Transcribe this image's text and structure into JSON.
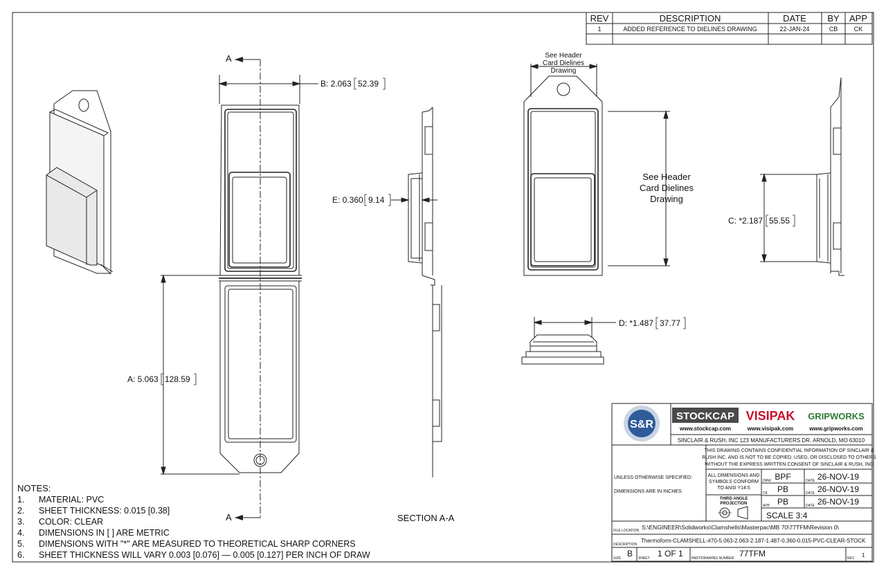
{
  "revision_table": {
    "headers": [
      "REV",
      "DESCRIPTION",
      "DATE",
      "BY",
      "APP"
    ],
    "rows": [
      {
        "rev": "1",
        "description": "ADDED REFERENCE TO DIELINES DRAWING",
        "date": "22-JAN-24",
        "by": "CB",
        "app": "CK"
      }
    ]
  },
  "section_marks": {
    "letter_top": "A",
    "letter_bottom": "A",
    "section_label": "SECTION A-A"
  },
  "dimensions": {
    "a": {
      "label": "A: 5.063",
      "metric": "128.59"
    },
    "b": {
      "label": "B: 2.063",
      "metric": "52.39"
    },
    "c": {
      "label": "C: *2.187",
      "metric": "55.55"
    },
    "d": {
      "label": "D: *1.487",
      "metric": "37.77"
    },
    "e": {
      "label": "E: 0.360",
      "metric": "9.14"
    }
  },
  "header_ref_small": [
    "See Header",
    "Card Dielines",
    "Drawing"
  ],
  "header_ref_large": [
    "See Header",
    "Card Dielines",
    "Drawing"
  ],
  "notes": {
    "title": "NOTES:",
    "items": [
      {
        "num": "1.",
        "text": "MATERIAL: PVC"
      },
      {
        "num": "2.",
        "text": "SHEET THICKNESS: 0.015 [0.38]"
      },
      {
        "num": "3.",
        "text": "COLOR: CLEAR"
      },
      {
        "num": "4.",
        "text": "DIMENSIONS IN [ ] ARE METRIC"
      },
      {
        "num": "5.",
        "text": "DIMENSIONS WITH \"*\" ARE MEASURED TO THEORETICAL SHARP CORNERS"
      },
      {
        "num": "6.",
        "text": "SHEET THICKNESS WILL VARY 0.003 [0.076] — 0.005 [0.127] PER INCH OF DRAW"
      }
    ]
  },
  "title_block": {
    "logo_text": "S&R",
    "brands": {
      "stockcap": "STOCKCAP",
      "stockcap_url": "www.stockcap.com",
      "visipak": "VISIPAK",
      "visipak_url": "www.visipak.com",
      "gripworks": "GRIPWORKS",
      "gripworks_url": "www.gripworks.com"
    },
    "company": "SINCLAIR & RUSH, INC 123 MANUFACTURERS DR. ARNOLD, MO 63010",
    "confidential": [
      "THIS DRAWING CONTAINS CONFIDENTIAL INFORMATION OF SINCLAIR &",
      "RUSH INC. AND IS NOT TO BE COPIED, USED, OR DISCLOSED TO OTHERS",
      "WITHOUT THE EXPRESS WRITTEN CONSENT OF SINCLAIR & RUSH, INC"
    ],
    "unless_specified": "UNLESS OTHERWISE SPECIFIED:",
    "dims_in_inches": "DIMENSIONS ARE IN INCHES",
    "conform": [
      "ALL DIMENSIONS AND",
      "SYMBOLS CONFORM",
      "TO ANSI Y14.5"
    ],
    "projection": [
      "THIRD ANGLE",
      "PROJECTION"
    ],
    "approvals": [
      {
        "role": "DRW",
        "initials": "BPF",
        "date_label": "DATE",
        "date": "26-NOV-19"
      },
      {
        "role": "CK",
        "initials": "PB",
        "date_label": "DATE",
        "date": "26-NOV-19"
      },
      {
        "role": "APP",
        "initials": "PB",
        "date_label": "DATE",
        "date": "26-NOV-19"
      }
    ],
    "scale": "SCALE 3:4",
    "file_location_label": "FILE LOCATION",
    "file_location": "S:\\ENGINEER\\Solidworks\\Clamshells\\Masterpac\\MB 70\\77TFM\\Revision 0\\",
    "description_label": "DESCRIPTION",
    "description": "Thermoform-CLAMSHELL-#70-5.063-2.063-2.187-1.487-0.360-0.015-PVC-CLEAR-STOCK",
    "size_label": "SIZE",
    "size": "B",
    "sheet_label": "SHEET",
    "sheet": "1 OF 1",
    "part_label": "PART/DRAWING NUMBER",
    "part": "77TFM",
    "rev_label": "REV",
    "rev": "1"
  },
  "colors": {
    "stockcap_bg": "#4a4a4a",
    "visipak": "#c8102e",
    "gripworks_green": "#2e7d32",
    "logo_blue": "#2f5b9a"
  }
}
